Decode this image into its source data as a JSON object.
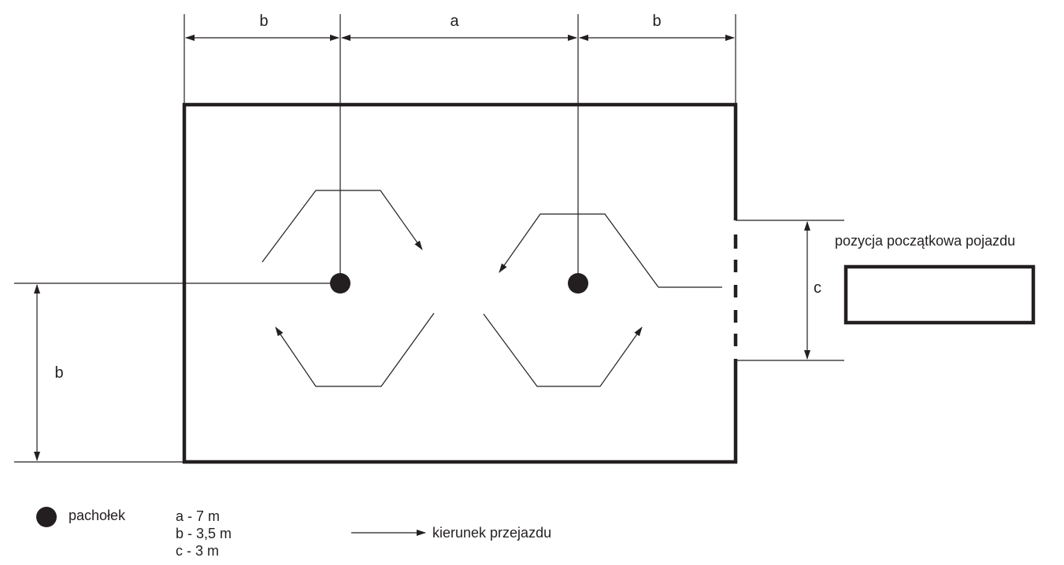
{
  "dimensions": {
    "top_left_b": "b",
    "top_middle_a": "a",
    "top_right_b": "b",
    "left_b": "b",
    "right_c": "c"
  },
  "vehicle_label": "pozycja początkowa pojazdu",
  "legend": {
    "cone_label": "pachołek",
    "a_value": "a - 7 m",
    "b_value": "b - 3,5 m",
    "c_value": "c - 3 m",
    "direction_label": "kierunek przejazdu"
  }
}
